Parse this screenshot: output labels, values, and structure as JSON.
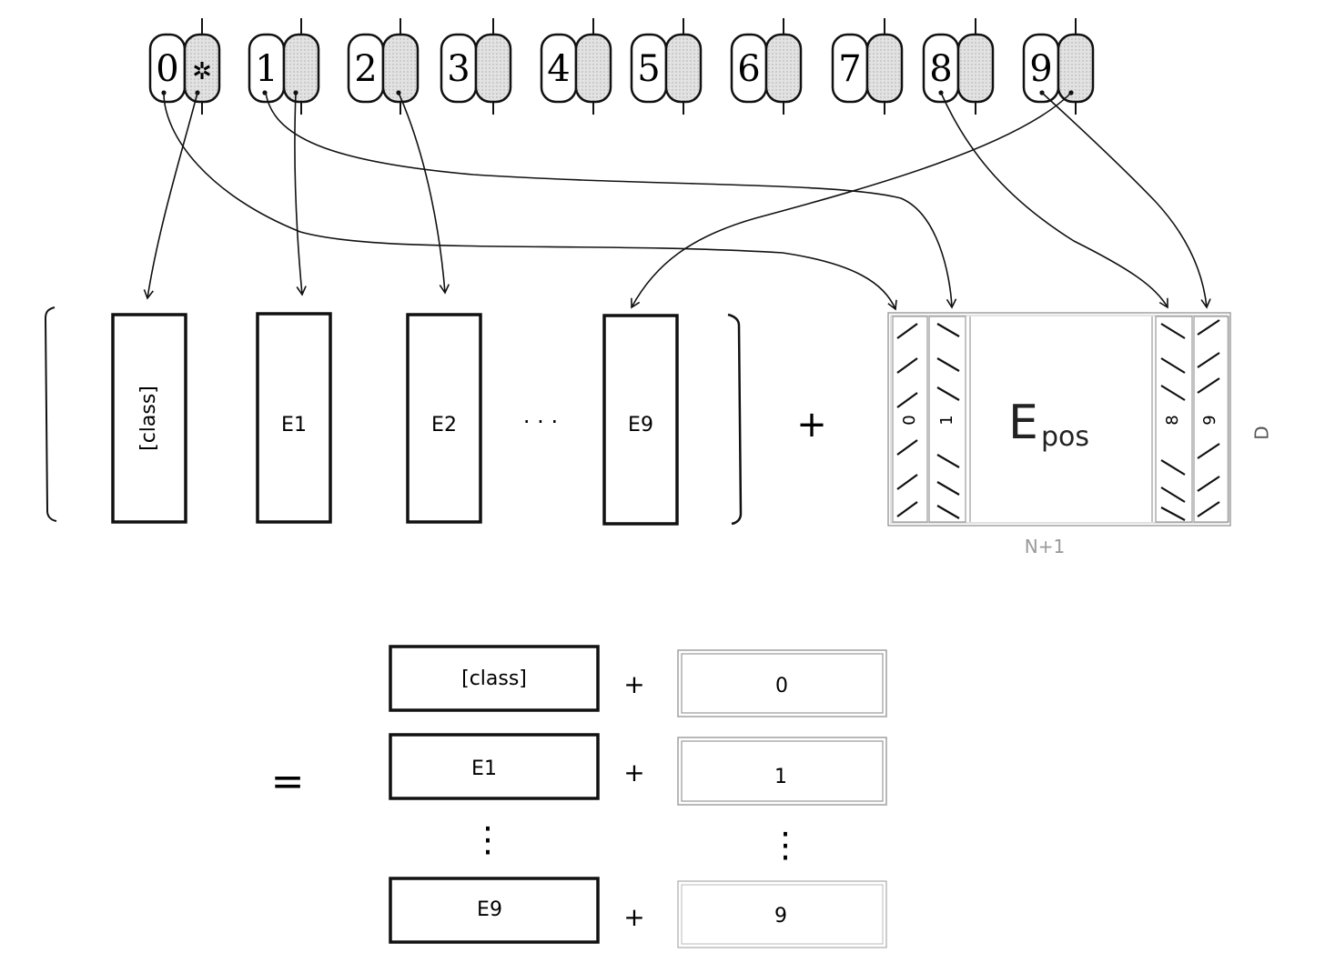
{
  "tokens": [
    {
      "index": "0",
      "marker": "✲"
    },
    {
      "index": "1",
      "marker": ""
    },
    {
      "index": "2",
      "marker": ""
    },
    {
      "index": "3",
      "marker": ""
    },
    {
      "index": "4",
      "marker": ""
    },
    {
      "index": "5",
      "marker": ""
    },
    {
      "index": "6",
      "marker": ""
    },
    {
      "index": "7",
      "marker": ""
    },
    {
      "index": "8",
      "marker": ""
    },
    {
      "index": "9",
      "marker": ""
    }
  ],
  "embedding_row": {
    "vectors": [
      "[class]",
      "E1",
      "E2",
      "E9"
    ],
    "ellipsis": "· · ·",
    "plus": "+"
  },
  "pos_matrix": {
    "label": "Epos",
    "label_main": "E",
    "label_sub": "pos",
    "columns": [
      "0",
      "1",
      "8",
      "9"
    ],
    "width_label": "N+1",
    "height_label": "D"
  },
  "result": {
    "equals": "=",
    "rows": [
      {
        "left": "[class]",
        "op": "+",
        "right": "0"
      },
      {
        "left": "E1",
        "op": "+",
        "right": "1"
      },
      {
        "left": "E9",
        "op": "+",
        "right": "9"
      }
    ],
    "vdots": "⋮"
  },
  "colors": {
    "stroke": "#111111",
    "shade": "#d4d4d4",
    "faint": "#9a9a9a"
  }
}
